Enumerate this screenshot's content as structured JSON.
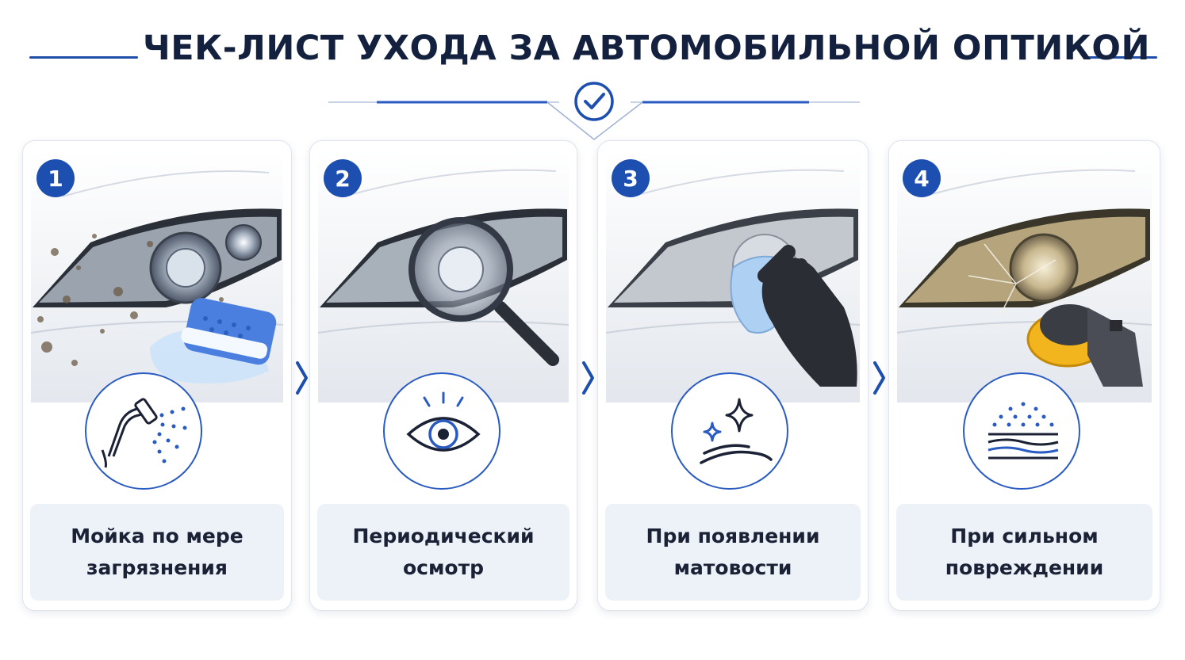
{
  "page": {
    "title": "ЧЕК-ЛИСТ УХОДА ЗА АВТОМОБИЛЬНОЙ ОПТИКОЙ",
    "header_icon": "check-circle-icon",
    "accent_color": "#1d4fb0",
    "text_color": "#13213f",
    "label_background": "#edf1f8"
  },
  "steps": [
    {
      "number": "1",
      "illustration": "dirty-headlight-with-sponge",
      "icon": "shower-spray-icon",
      "label_line1": "Мойка по мере",
      "label_line2": "загрязнения"
    },
    {
      "number": "2",
      "illustration": "headlight-with-magnifier",
      "icon": "eye-icon",
      "label_line1": "Периодический",
      "label_line2": "осмотр"
    },
    {
      "number": "3",
      "illustration": "hazy-headlight-wiped-with-cloth",
      "icon": "sparkle-icon",
      "label_line1": "При появлении",
      "label_line2": "матовости"
    },
    {
      "number": "4",
      "illustration": "yellowed-cracked-headlight-polisher",
      "icon": "layers-particles-icon",
      "label_line1": "При сильном",
      "label_line2": "повреждении"
    }
  ],
  "separators": [
    "chevron-right-icon",
    "chevron-right-icon",
    "chevron-right-icon"
  ]
}
